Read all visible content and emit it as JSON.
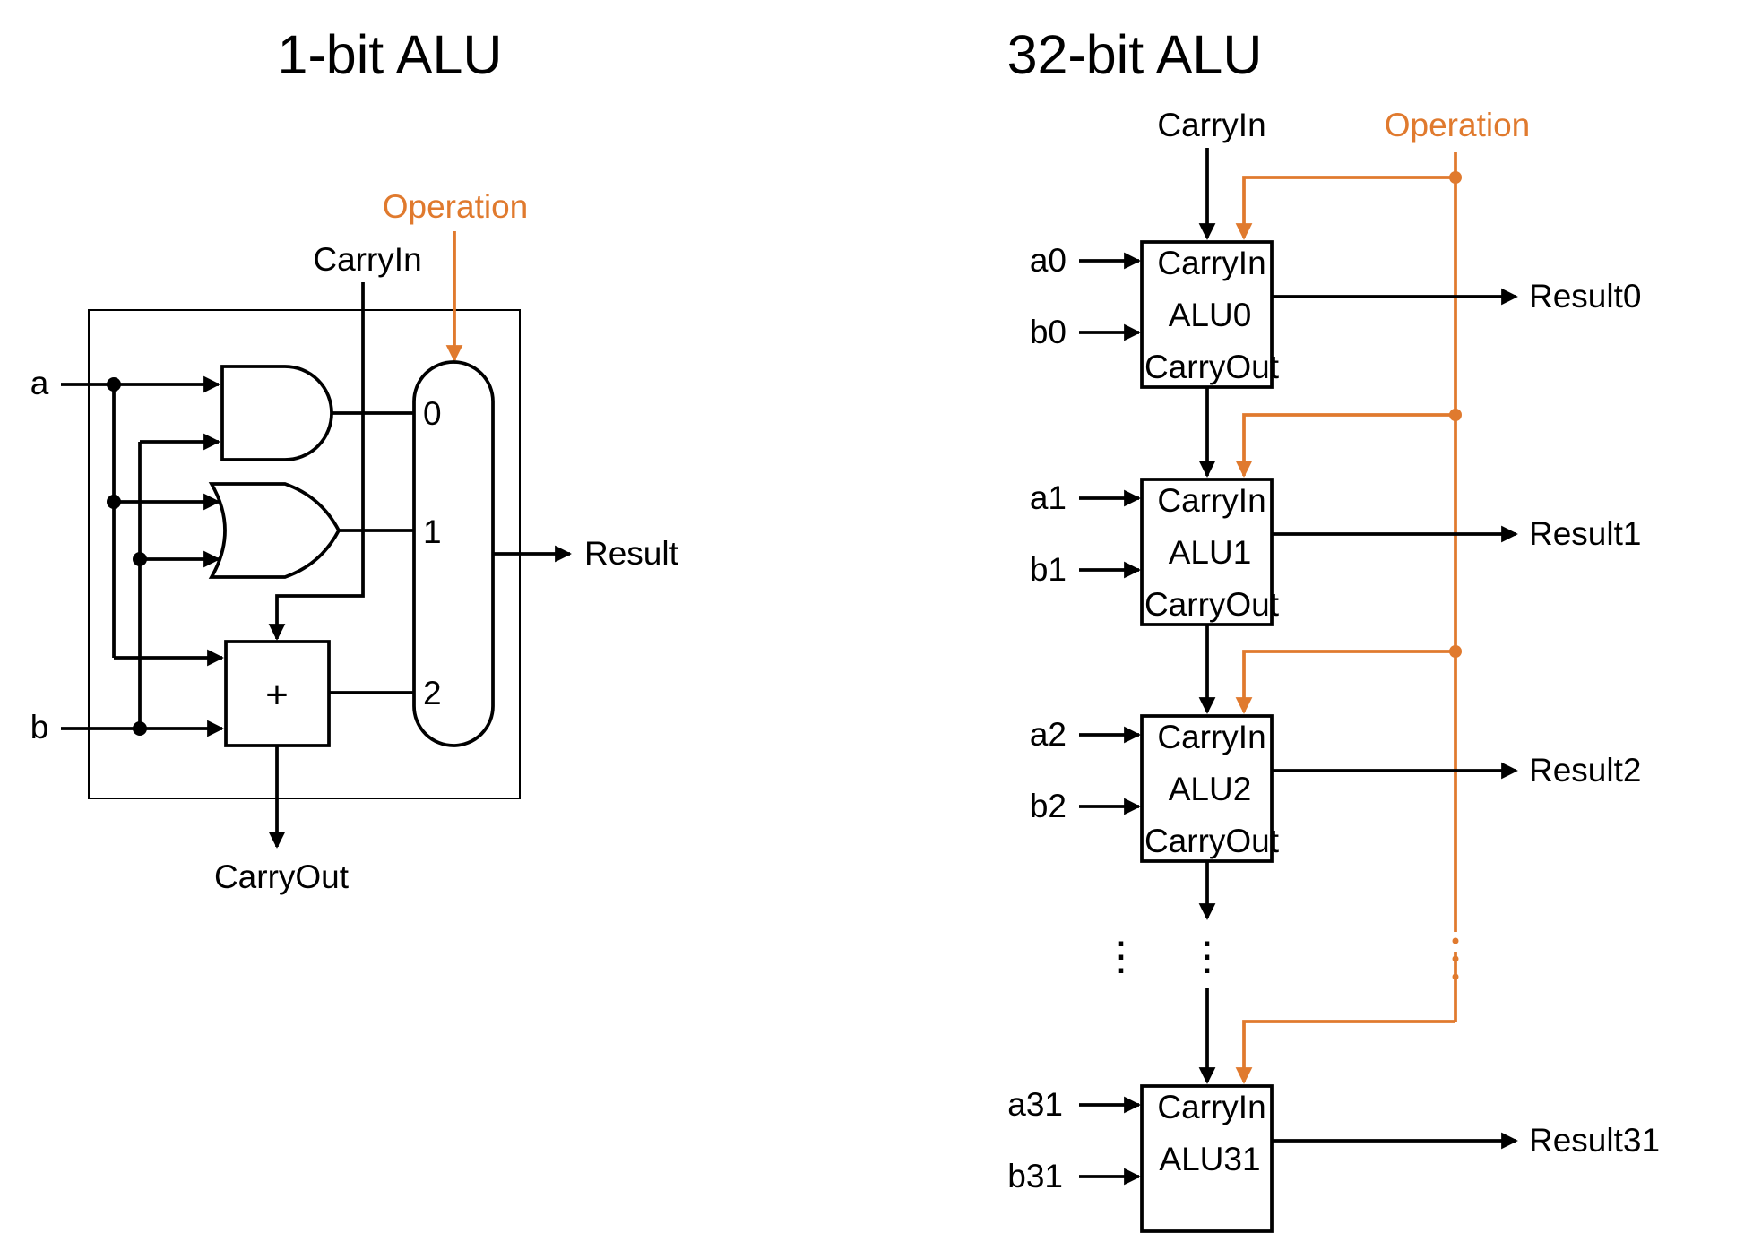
{
  "left": {
    "title": "1-bit ALU",
    "operation": "Operation",
    "carry_in": "CarryIn",
    "carry_out": "CarryOut",
    "input_a": "a",
    "input_b": "b",
    "result": "Result",
    "adder_symbol": "+",
    "mux_inputs": [
      "0",
      "1",
      "2"
    ]
  },
  "right": {
    "title": "32-bit ALU",
    "carry_in": "CarryIn",
    "operation": "Operation",
    "ellipsis": "⋮",
    "alus": [
      {
        "a": "a0",
        "b": "b0",
        "name": "ALU0",
        "cin": "CarryIn",
        "cout": "CarryOut",
        "result": "Result0"
      },
      {
        "a": "a1",
        "b": "b1",
        "name": "ALU1",
        "cin": "CarryIn",
        "cout": "CarryOut",
        "result": "Result1"
      },
      {
        "a": "a2",
        "b": "b2",
        "name": "ALU2",
        "cin": "CarryIn",
        "cout": "CarryOut",
        "result": "Result2"
      },
      {
        "a": "a31",
        "b": "b31",
        "name": "ALU31",
        "cin": "CarryIn",
        "result": "Result31"
      }
    ]
  },
  "colors": {
    "control": "#e07a2e",
    "wire": "#000000"
  }
}
